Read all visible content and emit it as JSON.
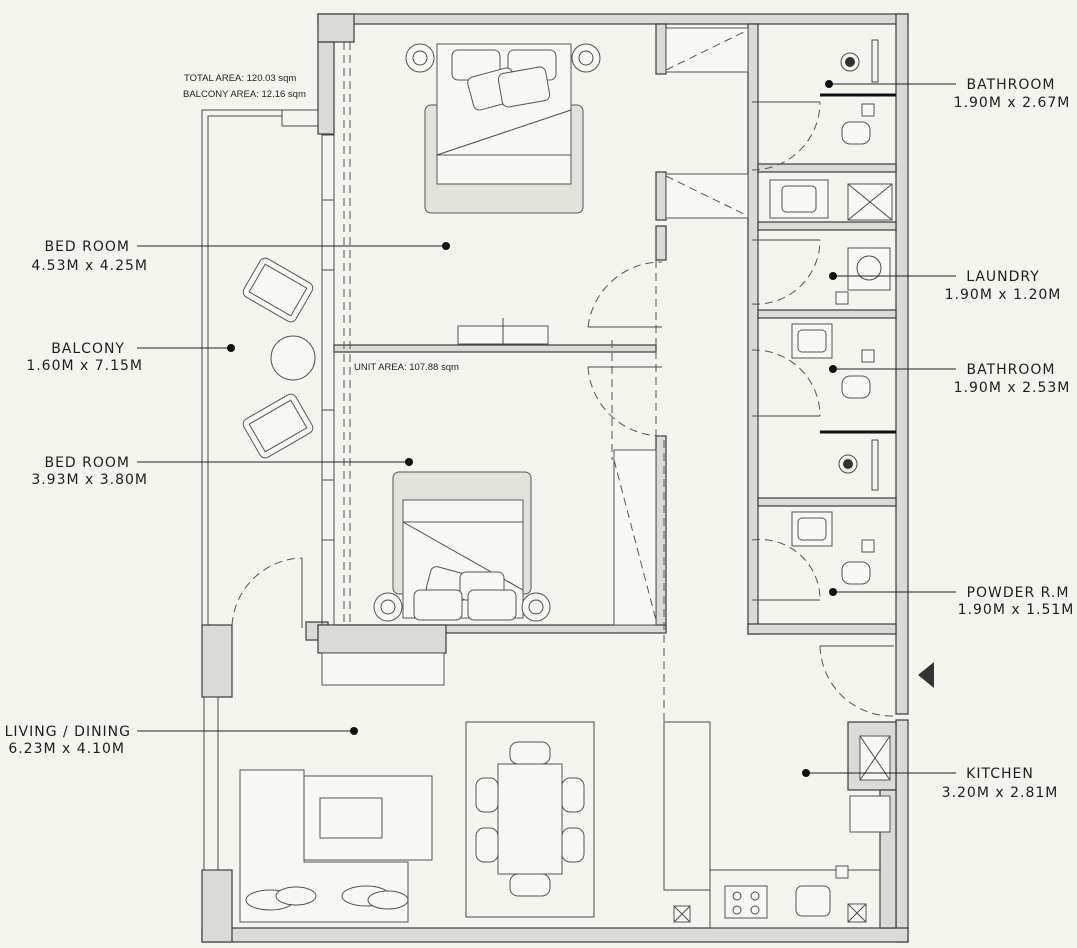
{
  "areas": {
    "total_area": "TOTAL AREA: 120.03 sqm",
    "balcony_area": "BALCONY AREA: 12.16 sqm",
    "unit_area": "UNIT AREA: 107.88 sqm"
  },
  "rooms": {
    "bedroom1": {
      "name": "BED ROOM",
      "dims": "4.53M x 4.25M"
    },
    "balcony": {
      "name": "BALCONY",
      "dims": "1.60M x 7.15M"
    },
    "bedroom2": {
      "name": "BED ROOM",
      "dims": "3.93M x 3.80M"
    },
    "living": {
      "name": "LIVING / DINING",
      "dims": "6.23M x 4.10M"
    },
    "bathroom1": {
      "name": "BATHROOM",
      "dims": "1.90M x 2.67M"
    },
    "laundry": {
      "name": "LAUNDRY",
      "dims": "1.90M x 1.20M"
    },
    "bathroom2": {
      "name": "BATHROOM",
      "dims": "1.90M x 2.53M"
    },
    "powder": {
      "name": "POWDER R.M",
      "dims": "1.90M x 1.51M"
    },
    "kitchen": {
      "name": "KITCHEN",
      "dims": "3.20M x 2.81M"
    }
  },
  "colors": {
    "background": "#f4f4ef",
    "wall_fill": "#dadad6",
    "line": "#3a3a3a"
  }
}
